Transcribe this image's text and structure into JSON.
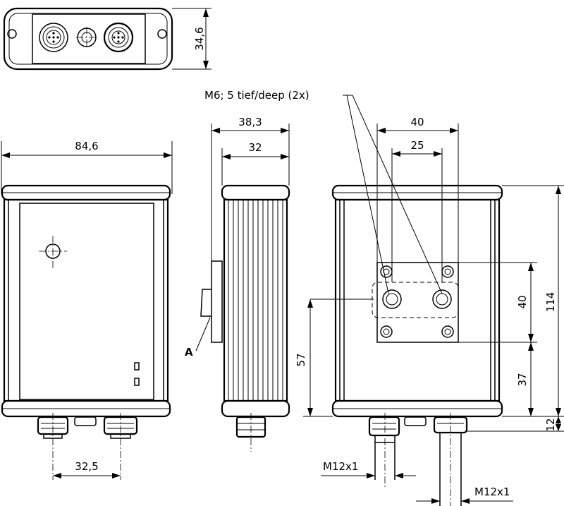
{
  "labels": {
    "top_height": "34,6",
    "front_width": "84,6",
    "side_depth_total": "38,3",
    "side_depth_body": "32",
    "back_hole_span_outer": "40",
    "back_hole_span_inner": "25",
    "thread_note": "M6; 5 tief/deep (2x)",
    "back_vertical_40": "40",
    "back_height_114": "114",
    "back_height_57": "57",
    "back_height_37": "37",
    "connector_length_12": "12",
    "connector_spacing": "32,5",
    "detail_marker": "A",
    "thread_1": "M12x1",
    "thread_2": "M12x1"
  }
}
